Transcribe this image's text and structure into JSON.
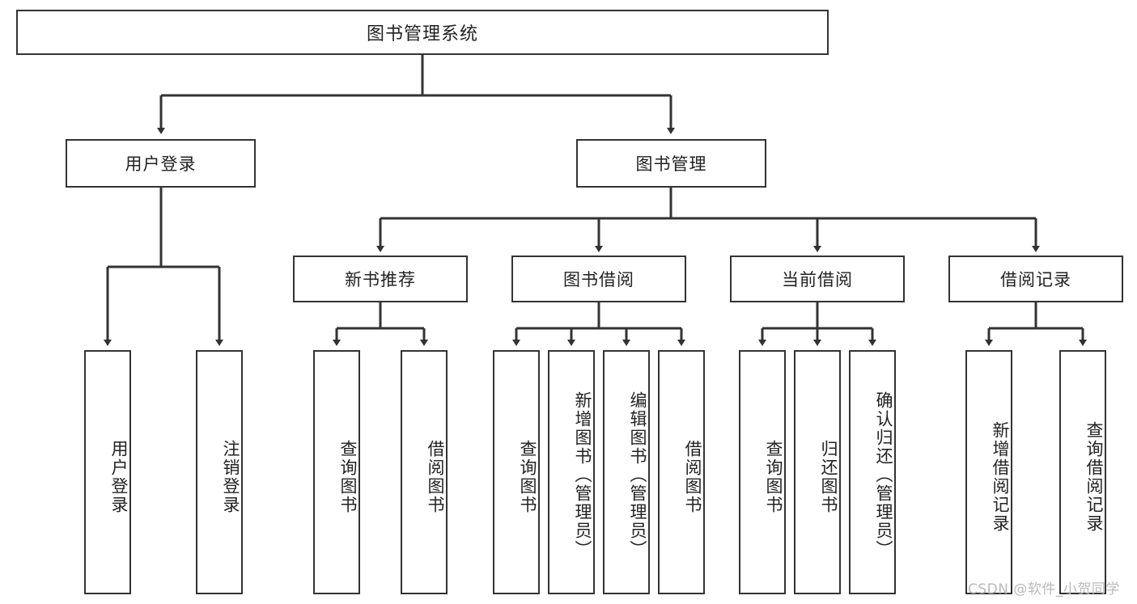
{
  "diagram": {
    "title_node": {
      "label": "图书管理系统"
    },
    "level2": [
      {
        "label": "用户登录"
      },
      {
        "label": "图书管理"
      }
    ],
    "level3": [
      {
        "label": "新书推荐"
      },
      {
        "label": "图书借阅"
      },
      {
        "label": "当前借阅"
      },
      {
        "label": "借阅记录"
      }
    ],
    "leaves": {
      "user_login": [
        {
          "label": "用户登录"
        },
        {
          "label": "注销登录"
        }
      ],
      "new_book_recommend": [
        {
          "label": "查询图书"
        },
        {
          "label": "借阅图书"
        }
      ],
      "book_borrow": [
        {
          "label": "查询图书"
        },
        {
          "label": "新增图书（管理员）"
        },
        {
          "label": "编辑图书（管理员）"
        },
        {
          "label": "借阅图书"
        }
      ],
      "current_borrow": [
        {
          "label": "查询图书"
        },
        {
          "label": "归还图书"
        },
        {
          "label": "确认归还（管理员）"
        }
      ],
      "borrow_record": [
        {
          "label": "新增借阅记录"
        },
        {
          "label": "查询借阅记录"
        }
      ]
    },
    "watermark": {
      "text": "CSDN @软件_小贺同学"
    },
    "colors": {
      "line": "#333333",
      "box_border": "#333333",
      "box_fill": "#ffffff",
      "text": "#222222",
      "watermark": "#b9b9b9",
      "background": "#ffffff"
    }
  }
}
